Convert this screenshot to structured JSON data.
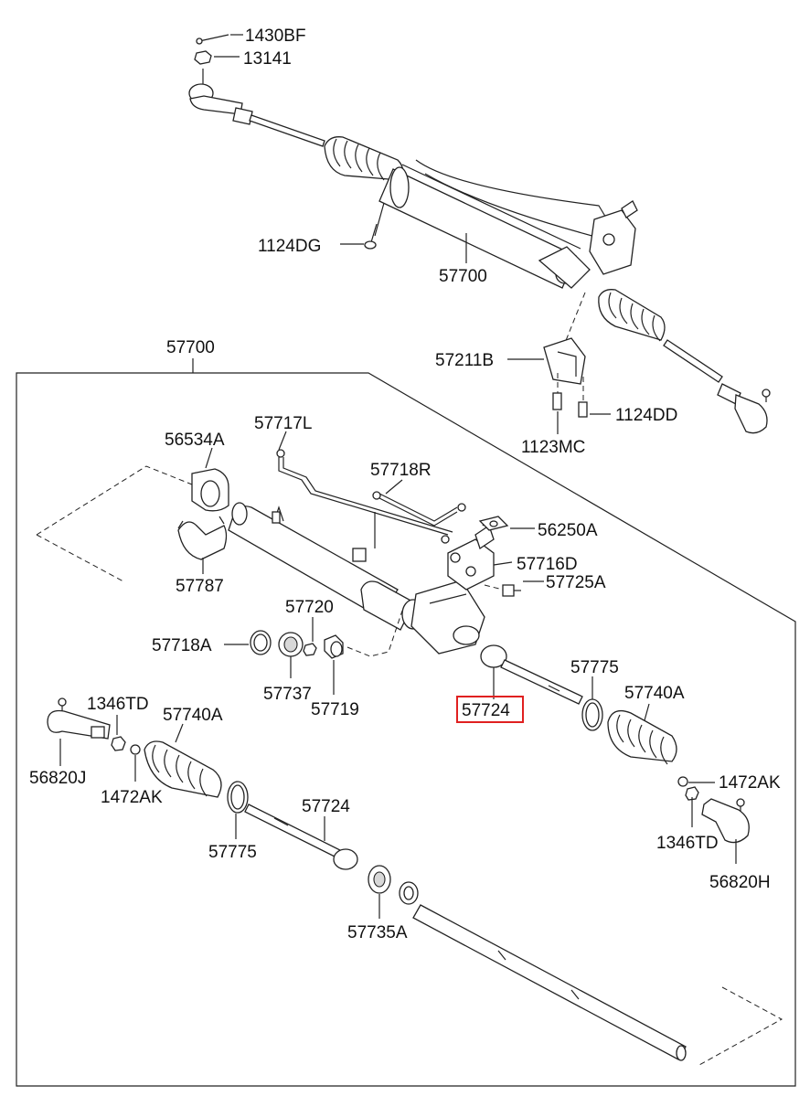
{
  "labels": {
    "p1430BF": "1430BF",
    "p13141": "13141",
    "p1124DG": "1124DG",
    "p57700_top": "57700",
    "p57700_box": "57700",
    "p57211B": "57211B",
    "p1124DD": "1124DD",
    "p1123MC": "1123MC",
    "p56534A": "56534A",
    "p57717L": "57717L",
    "p57718R": "57718R",
    "p56250A": "56250A",
    "p57787": "57787",
    "p57716D": "57716D",
    "p57725A": "57725A",
    "p57720": "57720",
    "p57718A": "57718A",
    "p57737": "57737",
    "p57719": "57719",
    "p57775_right": "57775",
    "p57724_highlight": "57724",
    "p57740A_right": "57740A",
    "p1346TD_left": "1346TD",
    "p57740A_left": "57740A",
    "p56820J": "56820J",
    "p1472AK_left": "1472AK",
    "p1472AK_right": "1472AK",
    "p57724_lower": "57724",
    "p57775_left": "57775",
    "p1346TD_right": "1346TD",
    "p56820H": "56820H",
    "p57735A": "57735A"
  },
  "highlight": {
    "part": "57724",
    "color": "#e02020"
  },
  "icons": [
    "tie-rod-end-icon",
    "bellows-boot-icon",
    "rack-housing-icon",
    "pinion-valve-icon",
    "bolt-icon",
    "nut-icon",
    "clamp-icon",
    "bushing-icon",
    "inner-tie-rod-icon",
    "rack-bar-icon"
  ]
}
